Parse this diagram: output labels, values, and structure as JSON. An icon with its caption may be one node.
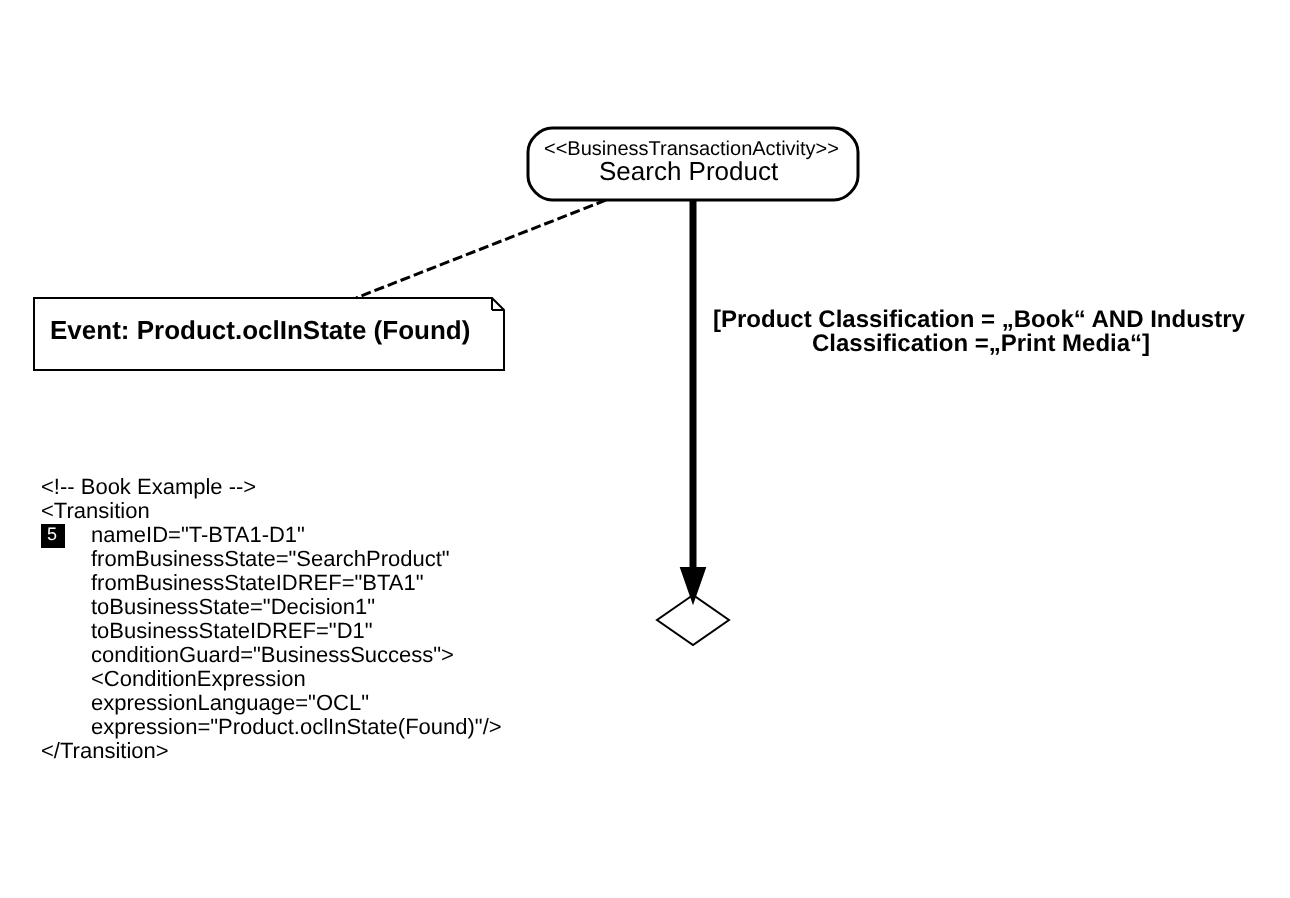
{
  "diagram": {
    "nodes": [
      {
        "text": [
          "<<BusinessTransactionActivity>>",
          "Search Product"
        ]
      },
      {
        "text": [
          "Event: Product.oclInState (Found)"
        ]
      },
      {
        "text": [],
        "shape": "diamond"
      }
    ],
    "edges": [
      {
        "from": 0,
        "to": 1,
        "arrow": "none",
        "style": "dashed"
      },
      {
        "from": 0,
        "to": 2,
        "arrow": "to",
        "label": "[Product Classification = „Book“ AND Industry Classification =„Print Media“]",
        "style": "thick"
      }
    ],
    "labels": [
      "<!-- Book Example -->",
      "<Transition",
      "5",
      "nameID=\"T-BTA1-D1\"",
      "fromBusinessState=\"SearchProduct\"",
      "fromBusinessStateIDREF=\"BTA1\"",
      "toBusinessState=\"Decision1\"",
      "toBusinessStateIDREF=\"D1\"",
      "conditionGuard=\"BusinessSuccess\">",
      "<ConditionExpression",
      "expressionLanguage=\"OCL\"",
      "expression=\"Product.oclInState(Found)\"/>",
      "</Transition>"
    ]
  }
}
